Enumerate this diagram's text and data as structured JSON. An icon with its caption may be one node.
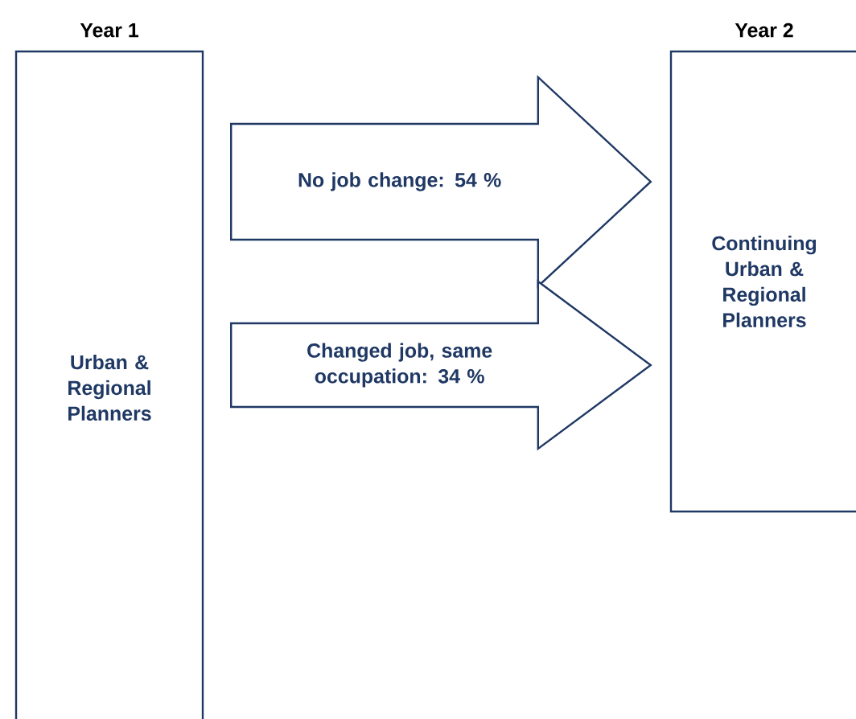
{
  "diagram": {
    "nodes": [
      {
        "text": [
          "Urban & Regional Planners"
        ],
        "beside": [
          "Year 1"
        ]
      },
      {
        "text": [
          "Continuing Urban & Regional Planners"
        ],
        "beside": [
          "Year 2"
        ]
      }
    ],
    "edges": [
      {
        "from": 0,
        "to": 1,
        "arrow": "to",
        "label": "No job change: 54 %"
      },
      {
        "from": 0,
        "to": 1,
        "arrow": "to",
        "label": "Changed job, same occupation: 34 %"
      }
    ]
  }
}
